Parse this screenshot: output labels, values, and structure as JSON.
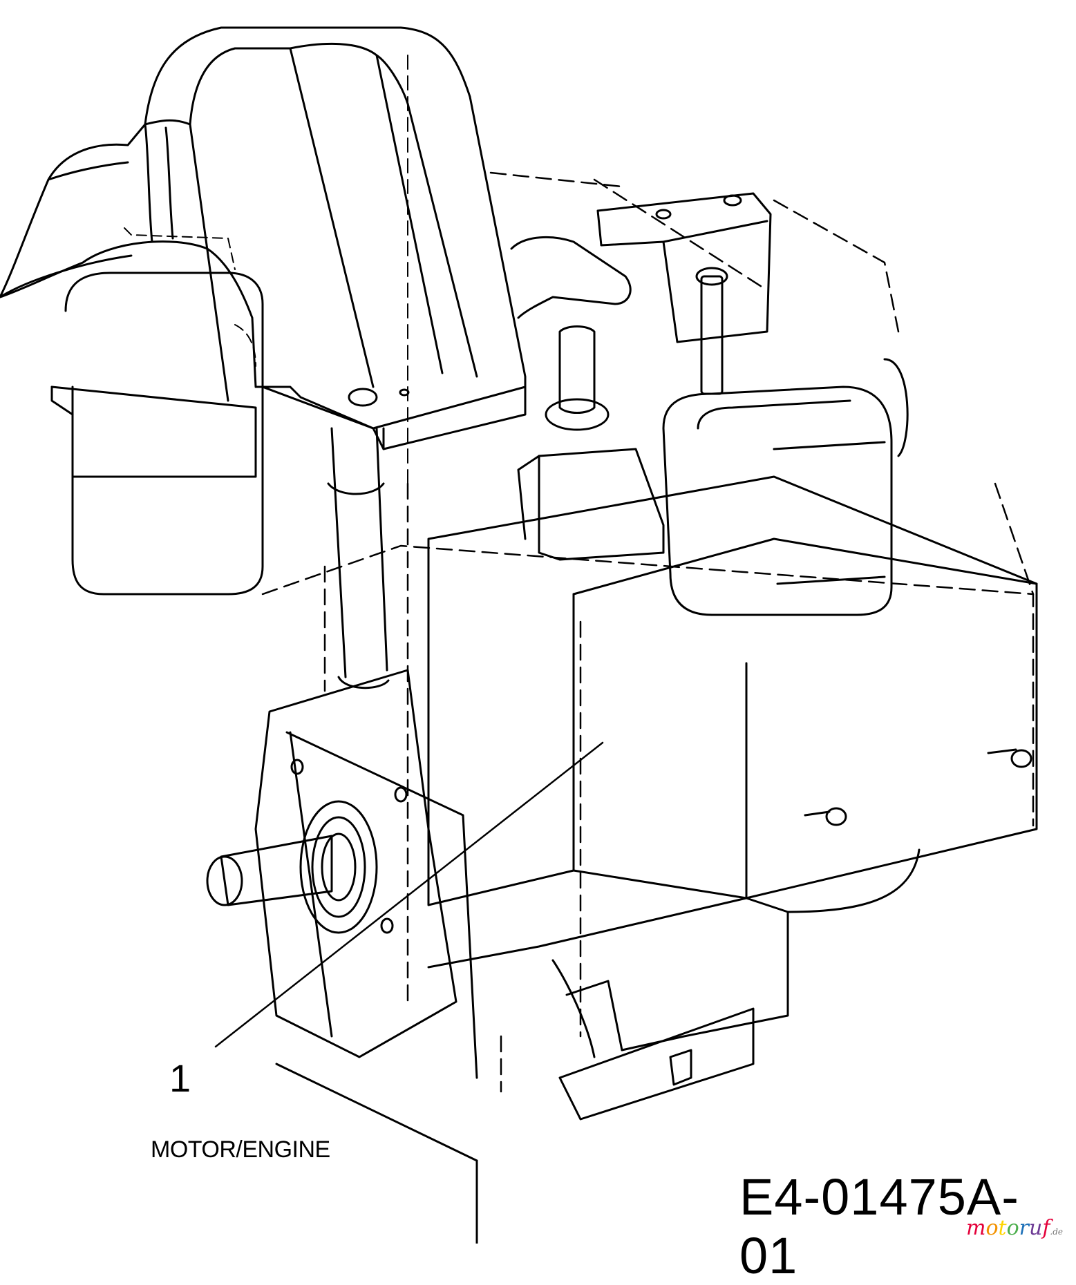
{
  "callout": {
    "number": "1"
  },
  "caption": {
    "label": "MOTOR/ENGINE"
  },
  "drawing": {
    "id": "E4-01475A-01"
  },
  "watermark": {
    "letters": [
      "m",
      "o",
      "t",
      "o",
      "r",
      "u",
      "f"
    ],
    "tld": ".de",
    "colors": [
      "#e4003a",
      "#f39200",
      "#ffd500",
      "#4cae4c",
      "#1d70b8",
      "#6c3a94",
      "#e4003a"
    ]
  },
  "colors": {
    "line": "#000000",
    "background": "#ffffff"
  }
}
